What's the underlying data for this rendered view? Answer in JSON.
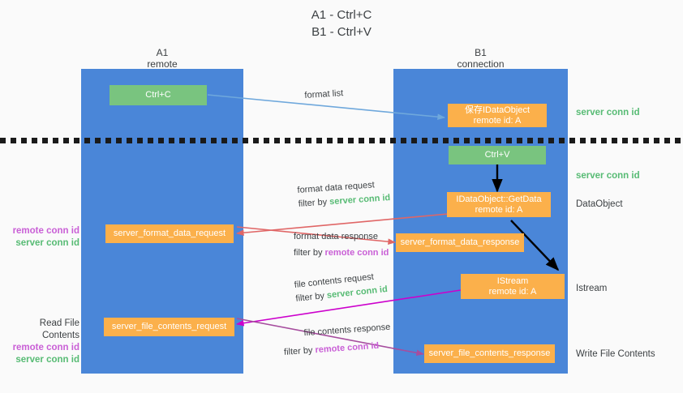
{
  "title": "A1 - Ctrl+C\nB1 - Ctrl+V",
  "colors": {
    "lane": "#4a86d8",
    "green_box": "#79c47f",
    "orange_box": "#fbb04b",
    "server_conn_id": "#57bb74",
    "remote_conn_id": "#c95fd6",
    "arrow_blue": "#6fa8dc",
    "arrow_red": "#e06666",
    "arrow_magenta": "#cc00cc",
    "arrow_purple": "#a64d9e",
    "arrow_black": "#000000",
    "background": "#fafafa"
  },
  "columns": [
    {
      "name": "A1",
      "sub": "remote",
      "header": "A1\nremote"
    },
    {
      "name": "B1",
      "sub": "connection",
      "header": "B1\nconnection"
    }
  ],
  "boxes": {
    "ctrl_c": "Ctrl+C",
    "ctrl_v": "Ctrl+V",
    "save_idataobject": "保存IDataObject\nremote id: A",
    "idataobject_getdata": "IDataObject::GetData\nremote id: A",
    "istream": "IStream\nremote id: A",
    "server_format_data_request": "server_format_data_request",
    "server_format_data_response": "server_format_data_response",
    "server_file_contents_request": "server_file_contents_request",
    "server_file_contents_response": "server_file_contents_response"
  },
  "right_labels": [
    {
      "id": "server-conn-id-1",
      "text": "server conn id",
      "style": "green"
    },
    {
      "id": "server-conn-id-2",
      "text": "server conn id",
      "style": "green"
    },
    {
      "id": "dataobject",
      "text": "DataObject",
      "style": "plain"
    },
    {
      "id": "istream",
      "text": "Istream",
      "style": "plain"
    },
    {
      "id": "write-file-contents",
      "text": "Write File Contents",
      "style": "plain"
    }
  ],
  "left_labels": {
    "group_1": {
      "remote": "remote conn id",
      "server": "server conn id"
    },
    "group_2": {
      "heading": "Read File Contents",
      "remote": "remote conn id",
      "server": "server conn id"
    }
  },
  "edges": [
    {
      "id": "format-list",
      "line1": "format list",
      "line2": "",
      "filter_prefix": "",
      "filter_value": "",
      "color": "#6fa8dc"
    },
    {
      "id": "format-data-request",
      "line1": "format data request",
      "filter_prefix": "filter by ",
      "filter_value": "server conn id",
      "filter_style": "green",
      "color": "#e06666"
    },
    {
      "id": "format-data-response",
      "line1": "format data response",
      "filter_prefix": "filter by ",
      "filter_value": "remote conn id",
      "filter_style": "purple",
      "color": "#e06666"
    },
    {
      "id": "file-contents-request",
      "line1": "file contents request",
      "filter_prefix": "filter by ",
      "filter_value": "server conn id",
      "filter_style": "green",
      "color": "#cc00cc"
    },
    {
      "id": "file-contents-response",
      "line1": "file contents response",
      "filter_prefix": "filter by ",
      "filter_value": "remote conn id",
      "filter_style": "purple",
      "color": "#a64d9e"
    }
  ]
}
